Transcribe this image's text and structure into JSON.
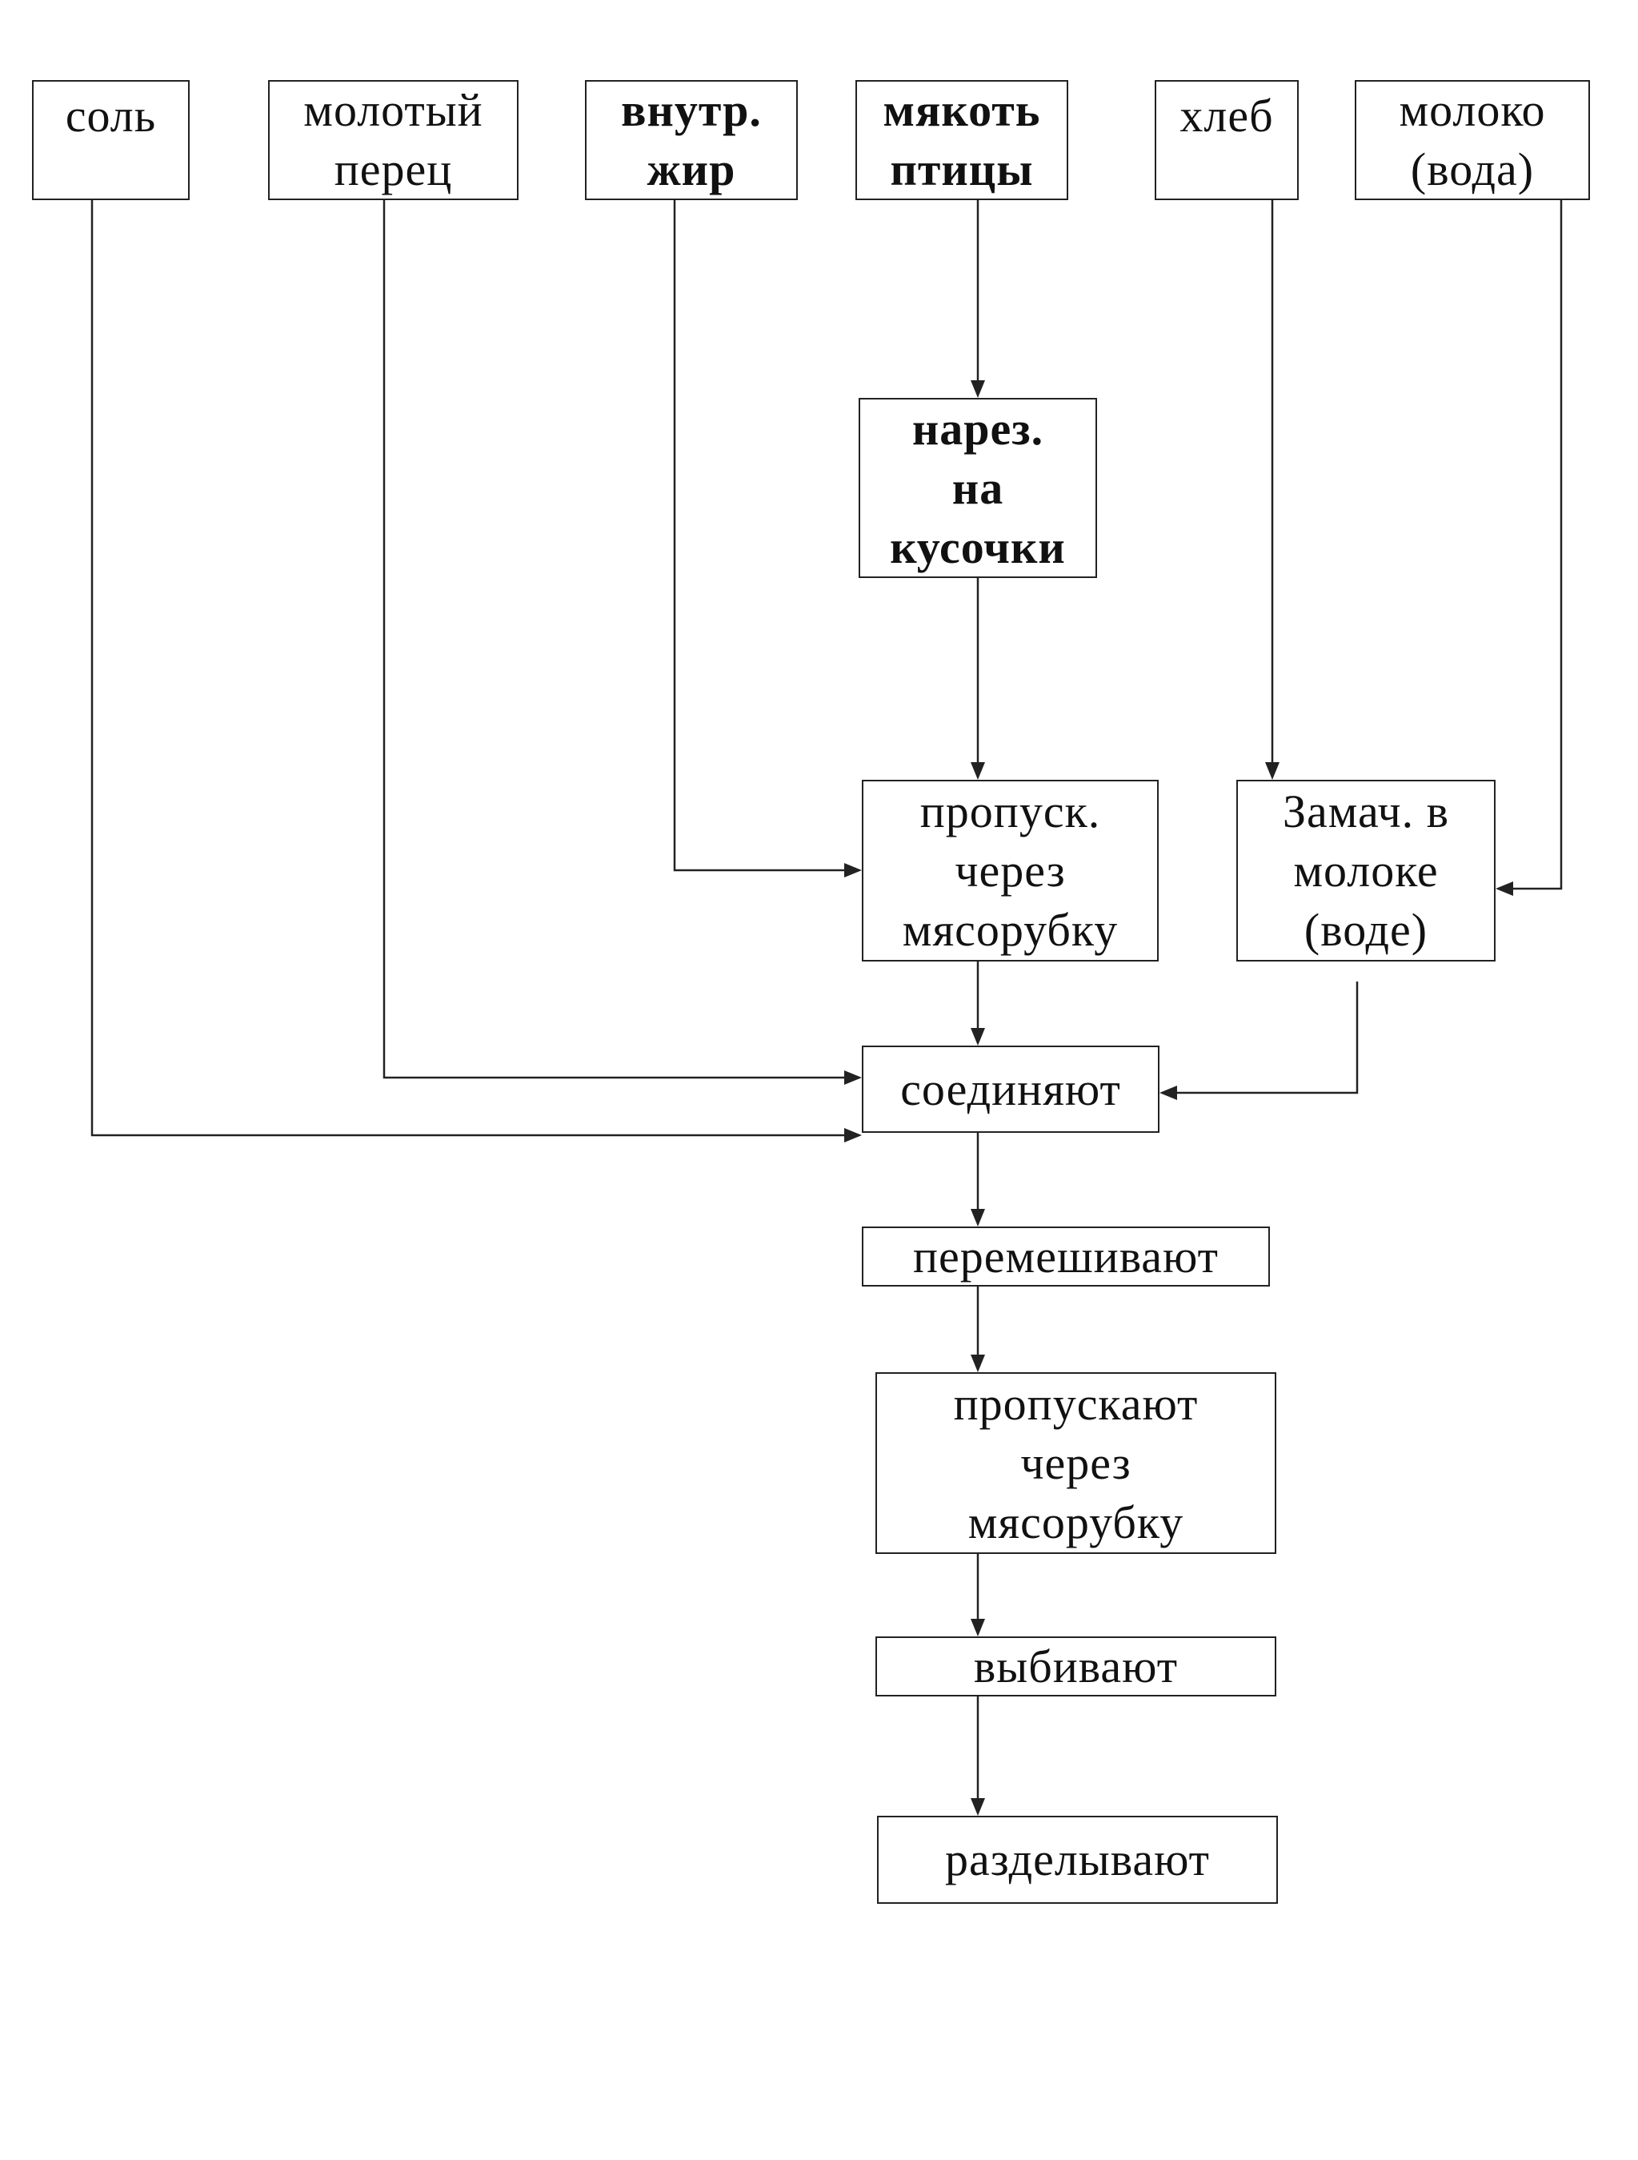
{
  "nodes": {
    "salt": {
      "lines": [
        "соль"
      ]
    },
    "pepper": {
      "lines": [
        "молотый",
        "перец"
      ]
    },
    "fat": {
      "lines": [
        "внутр.",
        "жир"
      ]
    },
    "meat": {
      "lines": [
        "мякоть",
        "птицы"
      ]
    },
    "bread": {
      "lines": [
        "хлеб"
      ]
    },
    "milk": {
      "lines": [
        "молоко",
        "(вода)"
      ]
    },
    "cut": {
      "lines": [
        "нарез.",
        "на",
        "кусочки"
      ]
    },
    "grind1": {
      "lines": [
        "пропуск.",
        "через",
        "мясорубку"
      ]
    },
    "soak": {
      "lines": [
        "Замач. в",
        "молоке",
        "(воде)"
      ]
    },
    "combine": {
      "lines": [
        "соединяют"
      ]
    },
    "mix": {
      "lines": [
        "перемешивают"
      ]
    },
    "grind2": {
      "lines": [
        "пропускают",
        "через",
        "мясорубку"
      ]
    },
    "beat": {
      "lines": [
        "выбивают"
      ]
    },
    "shape": {
      "lines": [
        "разделывают"
      ]
    }
  },
  "edges": [
    {
      "from": "meat",
      "to": "cut"
    },
    {
      "from": "cut",
      "to": "grind1"
    },
    {
      "from": "fat",
      "to": "grind1"
    },
    {
      "from": "bread",
      "to": "soak"
    },
    {
      "from": "milk",
      "to": "soak"
    },
    {
      "from": "grind1",
      "to": "combine"
    },
    {
      "from": "pepper",
      "to": "combine"
    },
    {
      "from": "salt",
      "to": "combine"
    },
    {
      "from": "soak",
      "to": "combine"
    },
    {
      "from": "combine",
      "to": "mix"
    },
    {
      "from": "mix",
      "to": "grind2"
    },
    {
      "from": "grind2",
      "to": "beat"
    },
    {
      "from": "beat",
      "to": "shape"
    }
  ]
}
